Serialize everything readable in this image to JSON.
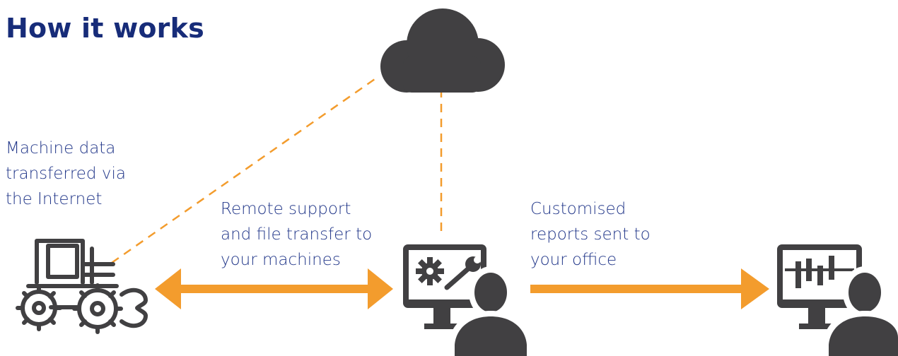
{
  "title": "How it works",
  "labels": {
    "machine_data": [
      "Machine data",
      "transferred via",
      "the Internet"
    ],
    "remote_support": [
      "Remote support",
      "and file transfer to",
      "your machines"
    ],
    "reports": [
      "Customised",
      "reports sent to",
      "your office"
    ]
  },
  "icons": {
    "cloud": "cloud-icon",
    "machine": "tractor-icon",
    "support": "support-workstation-icon",
    "office": "office-report-workstation-icon"
  },
  "colors": {
    "heading": "#172c79",
    "text": "#23388a",
    "icon": "#414042",
    "arrow": "#f39c2d"
  }
}
